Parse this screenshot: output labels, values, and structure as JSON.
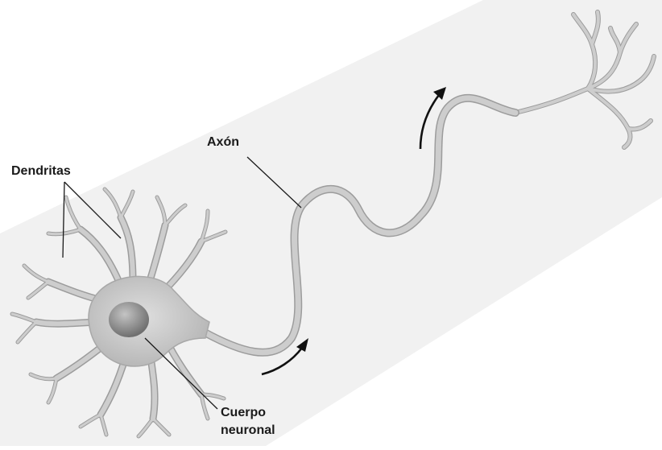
{
  "labels": {
    "dendrites": "Dendritas",
    "axon": "Axón",
    "cell_body_line1": "Cuerpo",
    "cell_body_line2": "neuronal"
  },
  "colors": {
    "background_panel": "#f1f1f1",
    "neuron_fill": "#c9c9c9",
    "neuron_outline": "#9c9c9c",
    "nucleus": "#8e8e8e",
    "leader_lines": "#1a1a1a",
    "arrows": "#111111"
  }
}
